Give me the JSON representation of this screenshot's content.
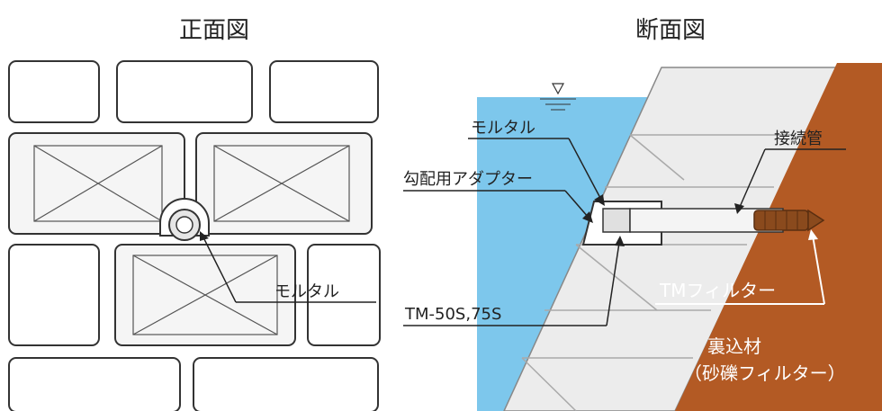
{
  "front_view": {
    "title": "正面図",
    "labels": {
      "mortar": "モルタル"
    }
  },
  "section_view": {
    "title": "断面図",
    "labels": {
      "mortar": "モルタル",
      "connecting_pipe": "接続管",
      "slope_adapter": "勾配用アダプター",
      "tm_model": "TM-50S,75S",
      "tm_filter": "TMフィルター",
      "backfill_line1": "裏込材",
      "backfill_line2": "（砂礫フィルター）"
    }
  },
  "colors": {
    "water": "#7dc7ec",
    "soil": "#b35a24",
    "block_fill": "#ececec",
    "line": "#333333"
  },
  "icons": {
    "water_level": "water-level-triangle-icon"
  }
}
